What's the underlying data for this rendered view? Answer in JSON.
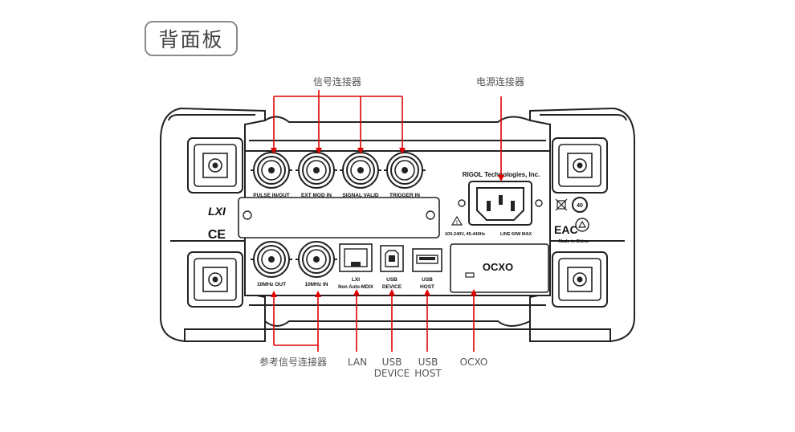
{
  "title": "背面板",
  "callouts": {
    "signal": "信号连接器",
    "power": "电源连接器",
    "ref_signal": "参考信号连接器",
    "lan": "LAN",
    "usb_device_1": "USB",
    "usb_device_2": "DEVICE",
    "usb_host_1": "USB",
    "usb_host_2": "HOST",
    "ocxo": "OCXO"
  },
  "panel": {
    "brand": "RIGOL Technologies, Inc.",
    "pulse": "PULSE IN/OUT",
    "ext_mod": "EXT MOD IN",
    "signal_valid": "SIGNAL VALID",
    "trigger": "TRIGGER IN",
    "out10": "10MHz OUT",
    "in10": "10MHz IN",
    "lxi_label": "LXI",
    "lan_sub": "Non Auto-MDIX",
    "usb_dev_1": "USB",
    "usb_dev_2": "DEVICE",
    "usb_host_1": "USB",
    "usb_host_2": "HOST",
    "ocxo": "OCXO",
    "power_spec_1": "100-240V, 45-440Hz",
    "power_spec_2": "LINE 60W MAX",
    "made_in": "Made in China",
    "lxi_logo": "LXI",
    "ce": "CE",
    "eac": "EAC",
    "rohs_num": "40"
  },
  "colors": {
    "arrow": "#e00000",
    "line": "#222222"
  }
}
